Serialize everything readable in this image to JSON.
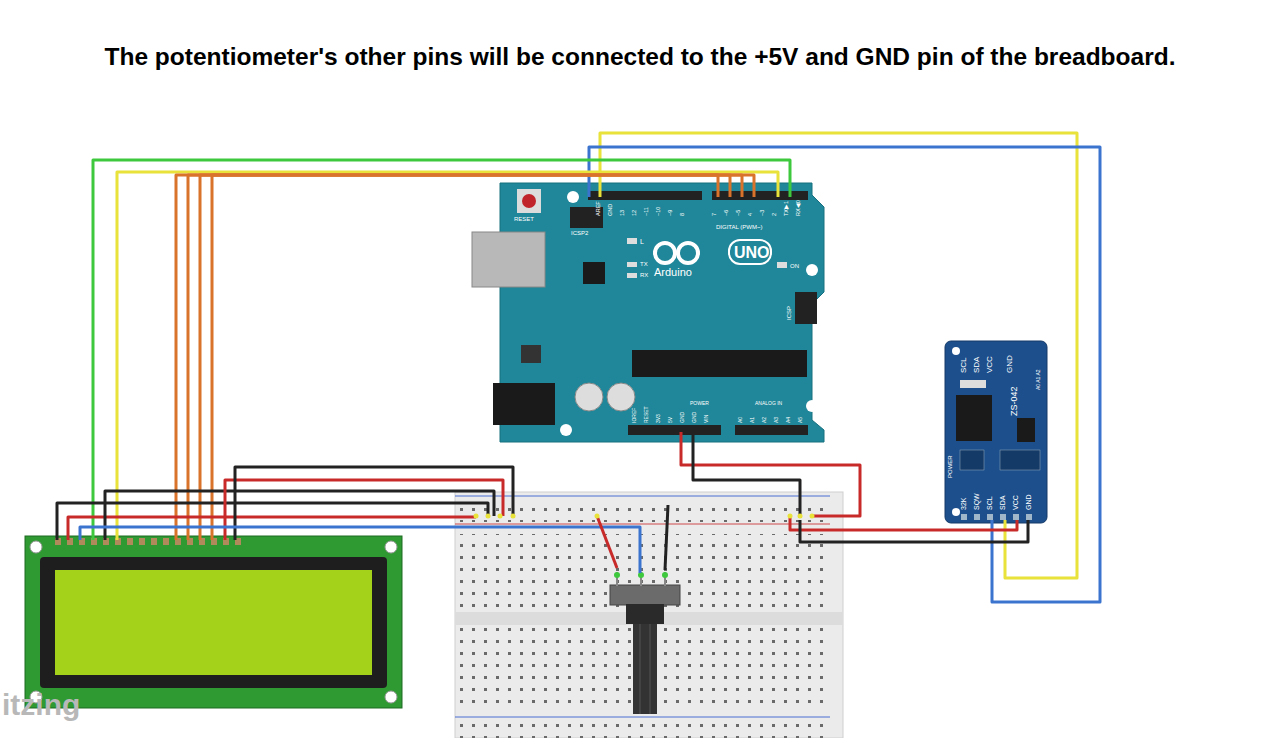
{
  "diagram": {
    "title": "The potentiometer's other pins will be connected to the +5V and GND pin of the breadboard.",
    "labels": [
      "RESET",
      "ICSP2",
      "AREF",
      "GND",
      "13",
      "12",
      "~11",
      "~10",
      "~9",
      "8",
      "7",
      "~6",
      "~5",
      "4",
      "~3",
      "2",
      "TX▶1",
      "RX◀0",
      "DIGITAL (PWM~)",
      "L",
      "TX",
      "RX",
      "UNO",
      "Arduino",
      "ON",
      "ICSP",
      "POWER",
      "ANALOG IN",
      "IOREF",
      "RESET",
      "3V3",
      "5V",
      "GND",
      "GND",
      "VIN",
      "A0",
      "A1",
      "A2",
      "A3",
      "A4",
      "A5",
      "SCL",
      "SDA",
      "VCC",
      "GND",
      "32K",
      "SQW",
      "SCL",
      "SDA",
      "VCC",
      "GND",
      "ZS-042",
      "A0 A1 A2",
      "POWER",
      "itzing"
    ]
  }
}
